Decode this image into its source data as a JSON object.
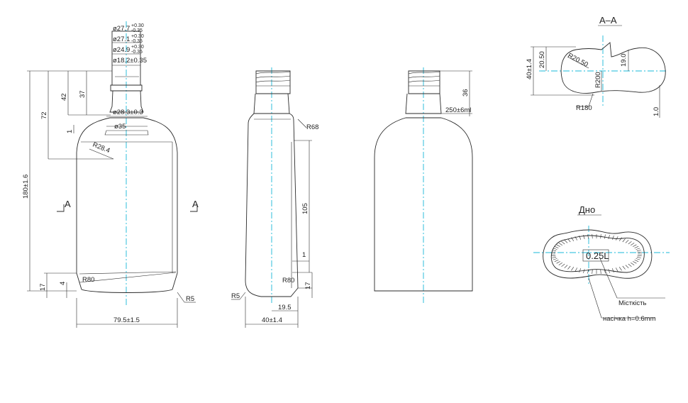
{
  "front_view": {
    "neck_dims": [
      "ø27.7",
      "ø27.1",
      "ø24.9",
      "ø18.2±0.35"
    ],
    "neck_tol_plus": "+0.30",
    "neck_tol_minus": "-0.35",
    "neck_base": "ø28.3±0.3",
    "shoulder_dia": "ø35",
    "dim_42": "42",
    "dim_37": "37",
    "dim_72": "72",
    "dim_1": "1",
    "dim_height": "180±1.6",
    "r_shoulder": "R28.4",
    "r_base": "R80",
    "r_corner": "R5",
    "dim_17": "17",
    "dim_4": "4",
    "width": "79.5±1.5",
    "section_mark": "A"
  },
  "side_view": {
    "r_top": "R68",
    "dim_105": "105",
    "dim_1": "1",
    "r_base": "R80",
    "r_corner": "R5",
    "dim_17": "17",
    "dim_19_5": "19.5",
    "depth": "40±1.4"
  },
  "third_view": {
    "dim_36": "36",
    "fill_level": "250±6ml"
  },
  "section_aa": {
    "title": "A–A",
    "dim_depth": "40±1.4",
    "dim_20_50": "20.50",
    "r_20_50": "R20.50",
    "dim_19": "19.0",
    "r_200": "R200",
    "r_180": "R180",
    "dim_1": "1.0"
  },
  "bottom_view": {
    "title": "Дно",
    "capacity": "0.25L",
    "label_capacity": "Місткість",
    "label_knurl": "насічка h=0.6mm"
  }
}
